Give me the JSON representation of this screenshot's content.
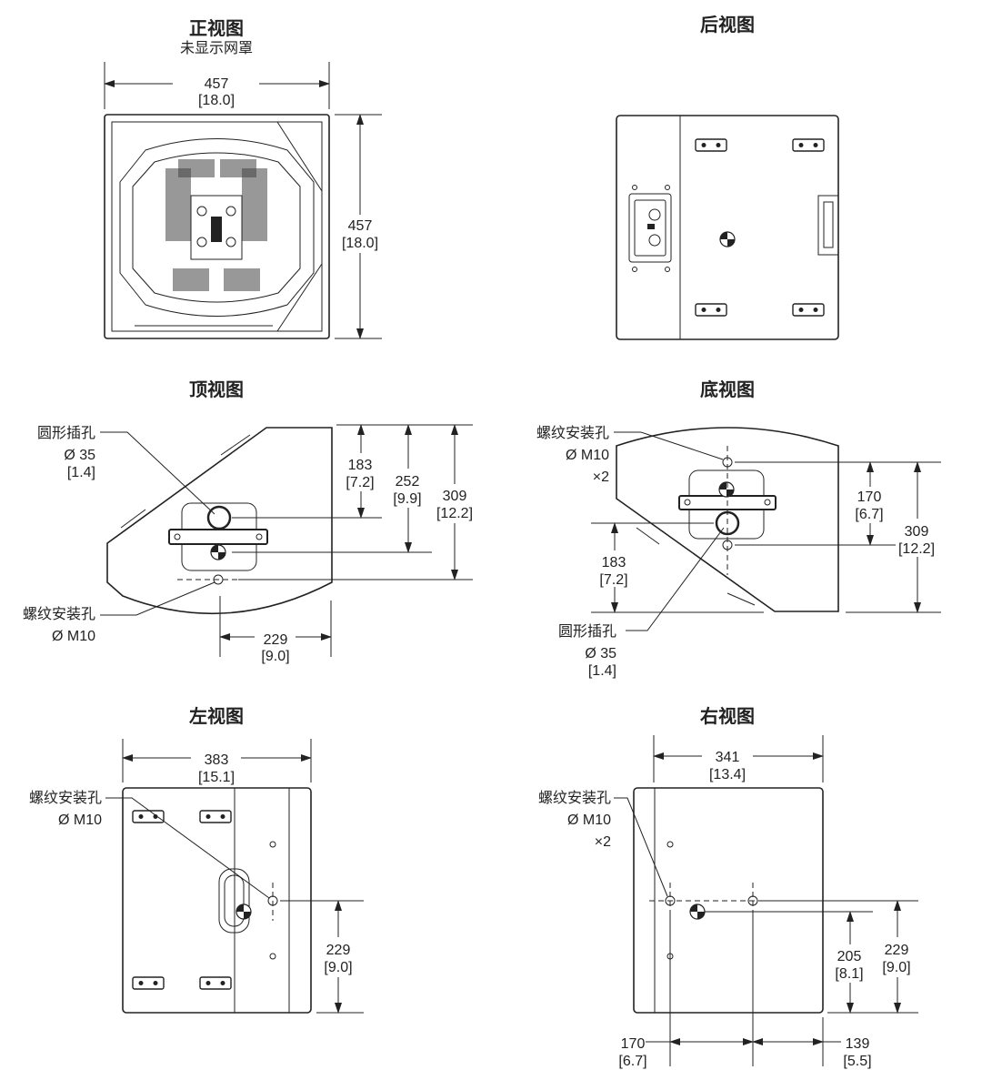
{
  "front": {
    "title": "正视图",
    "subtitle": "未显示网罩",
    "width_mm": "457",
    "width_in": "[18.0]",
    "height_mm": "457",
    "height_in": "[18.0]"
  },
  "rear": {
    "title": "后视图"
  },
  "top": {
    "title": "顶视图",
    "socket_label": "圆形插孔",
    "socket_dia": "Ø 35",
    "socket_in": "[1.4]",
    "thread_label": "螺纹安装孔",
    "thread_size": "Ø M10",
    "d1_mm": "183",
    "d1_in": "[7.2]",
    "d2_mm": "252",
    "d2_in": "[9.9]",
    "d3_mm": "309",
    "d3_in": "[12.2]",
    "d4_mm": "229",
    "d4_in": "[9.0]"
  },
  "bottom": {
    "title": "底视图",
    "thread_label": "螺纹安装孔",
    "thread_size": "Ø M10",
    "thread_qty": "×2",
    "d1_mm": "170",
    "d1_in": "[6.7]",
    "d2_mm": "309",
    "d2_in": "[12.2]",
    "d3_mm": "183",
    "d3_in": "[7.2]",
    "socket_label": "圆形插孔",
    "socket_dia": "Ø 35",
    "socket_in": "[1.4]"
  },
  "left": {
    "title": "左视图",
    "width_mm": "383",
    "width_in": "[15.1]",
    "thread_label": "螺纹安装孔",
    "thread_size": "Ø M10",
    "h_mm": "229",
    "h_in": "[9.0]"
  },
  "right": {
    "title": "右视图",
    "width_mm": "341",
    "width_in": "[13.4]",
    "thread_label": "螺纹安装孔",
    "thread_size": "Ø M10",
    "thread_qty": "×2",
    "h1_mm": "205",
    "h1_in": "[8.1]",
    "h2_mm": "229",
    "h2_in": "[9.0]",
    "w1_mm": "170",
    "w1_in": "[6.7]",
    "w2_mm": "139",
    "w2_in": "[5.5]"
  }
}
